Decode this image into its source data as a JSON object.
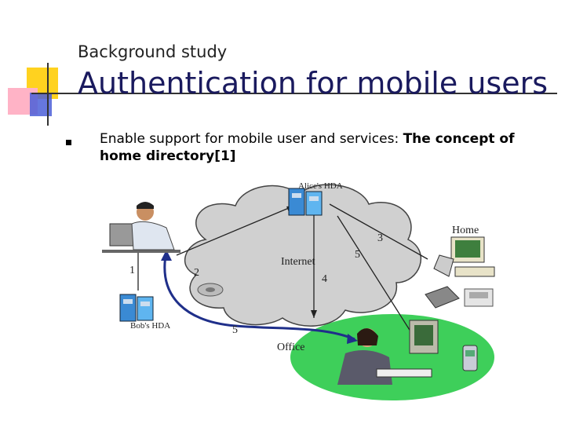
{
  "header": {
    "subtitle": "Background study",
    "title": "Authentication for mobile users"
  },
  "bullet": {
    "text_plain": "Enable support for mobile user and services: ",
    "text_bold_1": "The concept of",
    "text_bold_2": "home directory[1]"
  },
  "diagram": {
    "alice_hda": "Alice's HDA",
    "bob_hda": "Bob's HDA",
    "internet": "Internet",
    "home": "Home",
    "office": "Office",
    "steps": [
      "1",
      "2",
      "3",
      "4",
      "5",
      "5"
    ]
  }
}
